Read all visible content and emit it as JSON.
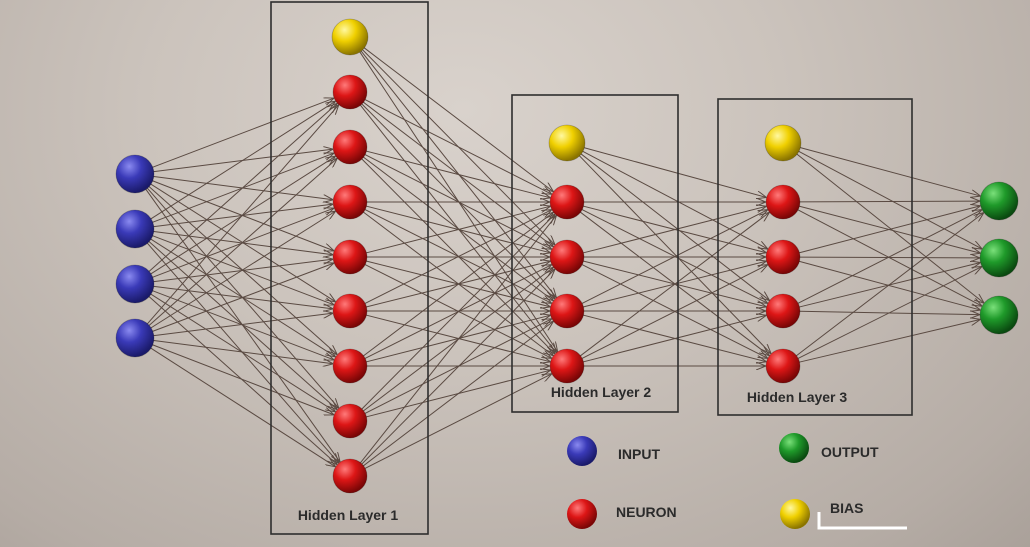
{
  "layers": [
    {
      "id": "input",
      "label": "",
      "nodes": 4
    },
    {
      "id": "hidden1",
      "label": "Hidden Layer 1",
      "nodes": 8,
      "bias": true
    },
    {
      "id": "hidden2",
      "label": "Hidden Layer 2",
      "nodes": 4,
      "bias": true
    },
    {
      "id": "hidden3",
      "label": "Hidden Layer 3",
      "nodes": 4,
      "bias": true
    },
    {
      "id": "output",
      "label": "",
      "nodes": 3
    }
  ],
  "legend": {
    "input": "INPUT",
    "output": "OUTPUT",
    "neuron": "NEURON",
    "bias": "BIAS"
  },
  "colors": {
    "input": "#3a3ab8",
    "neuron": "#dd1616",
    "bias": "#f0d000",
    "output": "#1f9a2a",
    "edge": "#5a4a42",
    "box": "#2e2e2e",
    "underline": "#ffffff"
  }
}
